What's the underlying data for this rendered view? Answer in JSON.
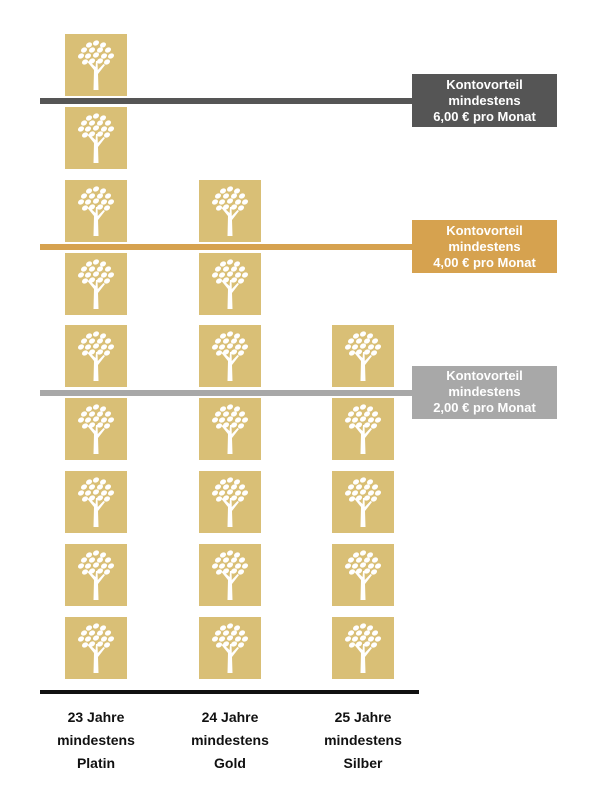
{
  "chart_data": {
    "type": "bar",
    "unit_icon": "tree-icon",
    "categories": [
      [
        "23 Jahre",
        "mindestens",
        "Platin"
      ],
      [
        "24 Jahre",
        "mindestens",
        "Gold"
      ],
      [
        "25 Jahre",
        "mindestens",
        "Silber"
      ]
    ],
    "values": [
      9,
      7,
      5
    ],
    "ylim": [
      0,
      9
    ],
    "thresholds": [
      {
        "lines": [
          "Kontovorteil",
          "mindestens",
          "6,00 € pro Monat"
        ],
        "value": 8,
        "color": "#555555"
      },
      {
        "lines": [
          "Kontovorteil",
          "mindestens",
          "4,00 € pro Monat"
        ],
        "value": 6,
        "color": "#d6a24f"
      },
      {
        "lines": [
          "Kontovorteil",
          "mindestens",
          "2,00 € pro Monat"
        ],
        "value": 4,
        "color": "#a8a8a8"
      }
    ],
    "colors": {
      "tile": "#d9bf76",
      "icon": "#ffffff",
      "baseline": "#111111"
    }
  }
}
